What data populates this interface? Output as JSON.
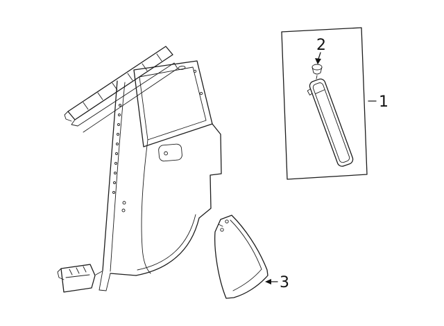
{
  "canvas": {
    "background": "#ffffff",
    "line_color": "#1c1c1c"
  },
  "callouts": {
    "c1": {
      "label": "1"
    },
    "c2": {
      "label": "2"
    },
    "c3": {
      "label": "3"
    }
  }
}
